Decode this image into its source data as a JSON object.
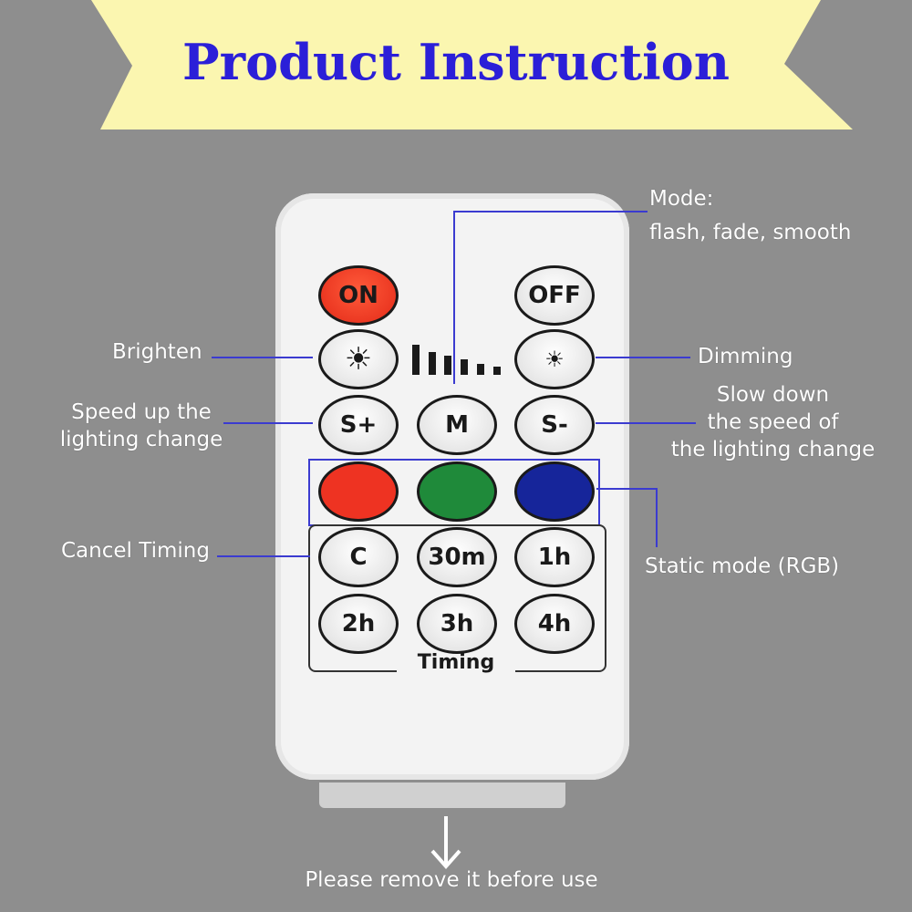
{
  "title": "Product Instruction",
  "buttons": {
    "on": "ON",
    "off": "OFF",
    "speed_up": "S+",
    "mode": "M",
    "speed_down": "S-",
    "cancel": "C",
    "t30": "30m",
    "t1": "1h",
    "t2": "2h",
    "t3": "3h",
    "t4": "4h"
  },
  "timing_label": "Timing",
  "annotations": {
    "mode_1": "Mode:",
    "mode_2": "flash, fade, smooth",
    "brighten": "Brighten",
    "dimming": "Dimming",
    "speed_up_1": "Speed up the",
    "speed_up_2": "lighting change",
    "slow_1": "Slow down",
    "slow_2": "the speed of",
    "slow_3": "the lighting change",
    "cancel": "Cancel Timing",
    "static": "Static mode (RGB)",
    "remove": "Please remove it before use"
  },
  "colors": {
    "red": "#ee3322",
    "green": "#1f8a3a",
    "blue": "#16259a",
    "banner": "#fbf6b0",
    "title": "#2b1fd8"
  }
}
